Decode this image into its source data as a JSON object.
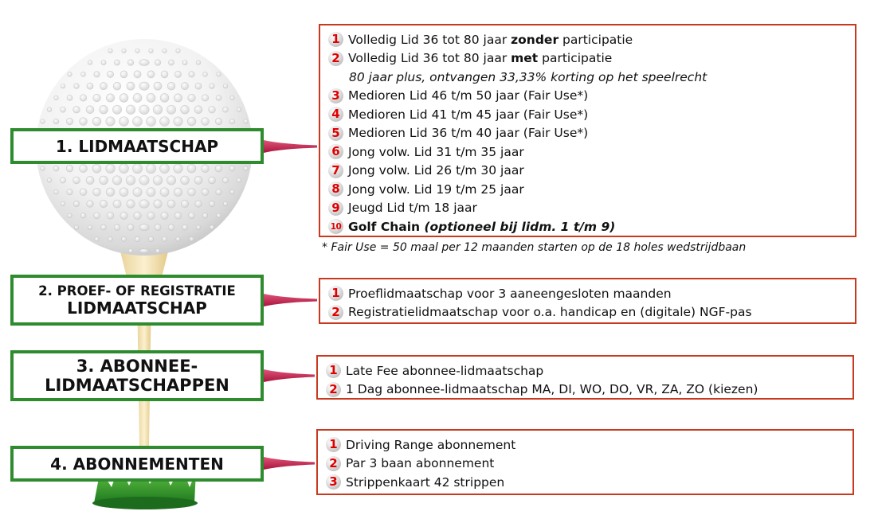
{
  "categories": [
    {
      "line1": "1. LIDMAATSCHAP",
      "line2": ""
    },
    {
      "line1": "2. PROEF- OF REGISTRATIE",
      "line2": "LIDMAATSCHAP"
    },
    {
      "line1": "3. ABONNEE-",
      "line2": "LIDMAATSCHAPPEN"
    },
    {
      "line1": "4. ABONNEMENTEN",
      "line2": ""
    }
  ],
  "lidmaatschap": {
    "items": [
      {
        "num": "1",
        "a": "Volledig Lid 36 tot 80 jaar ",
        "b": "zonder",
        "c": " participatie"
      },
      {
        "num": "2",
        "a": "Volledig Lid 36 tot 80 jaar ",
        "b": "met",
        "c": " participatie"
      },
      {
        "note": "80 jaar plus, ontvangen 33,33% korting op het speelrecht"
      },
      {
        "num": "3",
        "text": "Medioren Lid 46 t/m 50 jaar (Fair Use*)"
      },
      {
        "num": "4",
        "text": "Medioren Lid 41 t/m 45 jaar (Fair Use*)"
      },
      {
        "num": "5",
        "text": "Medioren Lid 36 t/m 40 jaar (Fair Use*)"
      },
      {
        "num": "6",
        "text": "Jong volw. Lid 31 t/m 35 jaar"
      },
      {
        "num": "7",
        "text": "Jong volw. Lid 26 t/m 30 jaar"
      },
      {
        "num": "8",
        "text": "Jong volw. Lid 19 t/m 25 jaar"
      },
      {
        "num": "9",
        "text": "Jeugd Lid t/m 18 jaar"
      },
      {
        "num": "10",
        "bold": "Golf Chain ",
        "bolditalic": "(optioneel bij lidm. 1 t/m 9)"
      }
    ],
    "footnote": "* Fair Use = 50 maal per 12 maanden starten op de 18 holes wedstrijdbaan"
  },
  "proef": {
    "items": [
      {
        "num": "1",
        "text": "Proeflidmaatschap voor 3 aaneengesloten maanden"
      },
      {
        "num": "2",
        "text": "Registratielidmaatschap voor o.a. handicap en (digitale) NGF-pas"
      }
    ]
  },
  "abonnee": {
    "items": [
      {
        "num": "1",
        "text": "Late Fee abonnee-lidmaatschap"
      },
      {
        "num": "2",
        "text": "1 Dag abonnee-lidmaatschap MA, DI, WO, DO, VR, ZA, ZO (kiezen)"
      }
    ]
  },
  "abonnementen": {
    "items": [
      {
        "num": "1",
        "text": "Driving Range abonnement"
      },
      {
        "num": "2",
        "text": "Par 3 baan abonnement"
      },
      {
        "num": "3",
        "text": "Strippenkaart 42 strippen"
      }
    ]
  },
  "colors": {
    "category_border": "#2e8b2e",
    "list_border": "#c8391f",
    "number": "#e00000",
    "connector": "#c8224a"
  }
}
